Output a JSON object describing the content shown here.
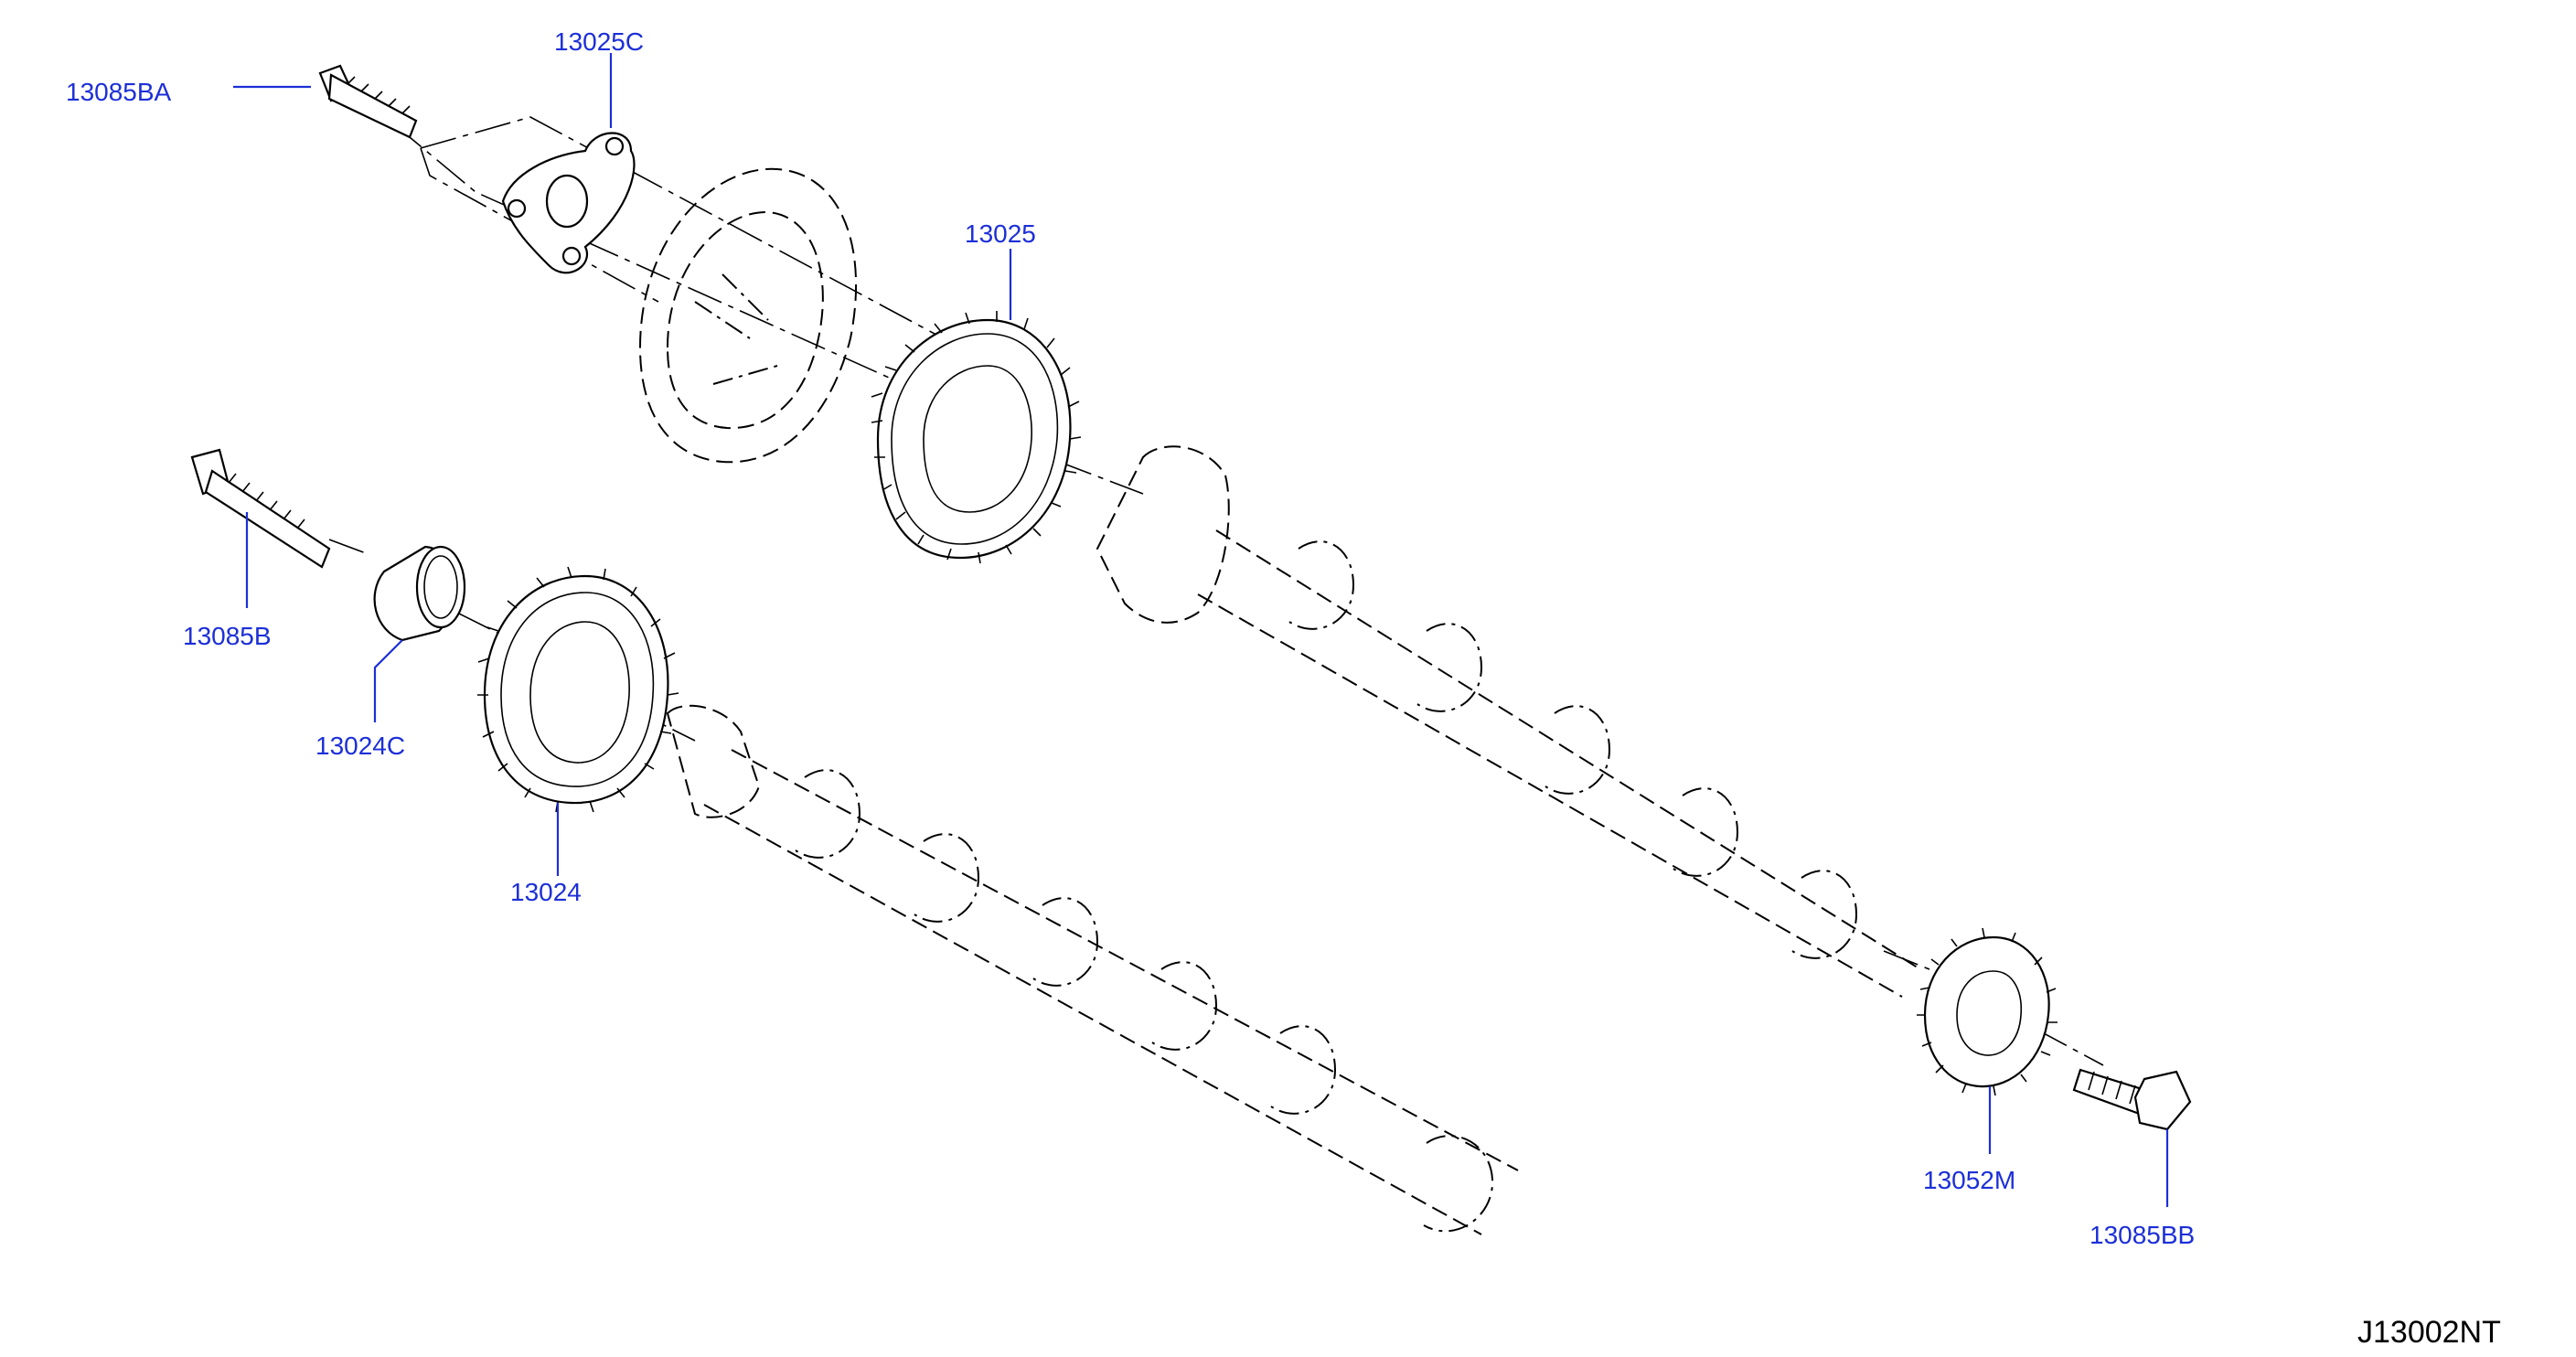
{
  "diagram_code": "J13002NT",
  "callouts": {
    "c1": "13085BA",
    "c2": "13025C",
    "c3": "13025",
    "c4": "13085B",
    "c5": "13024C",
    "c6": "13024",
    "c7": "13052M",
    "c8": "13085BB"
  },
  "colors": {
    "label": "#1c2fd8",
    "line": "#000000",
    "background": "#ffffff"
  }
}
